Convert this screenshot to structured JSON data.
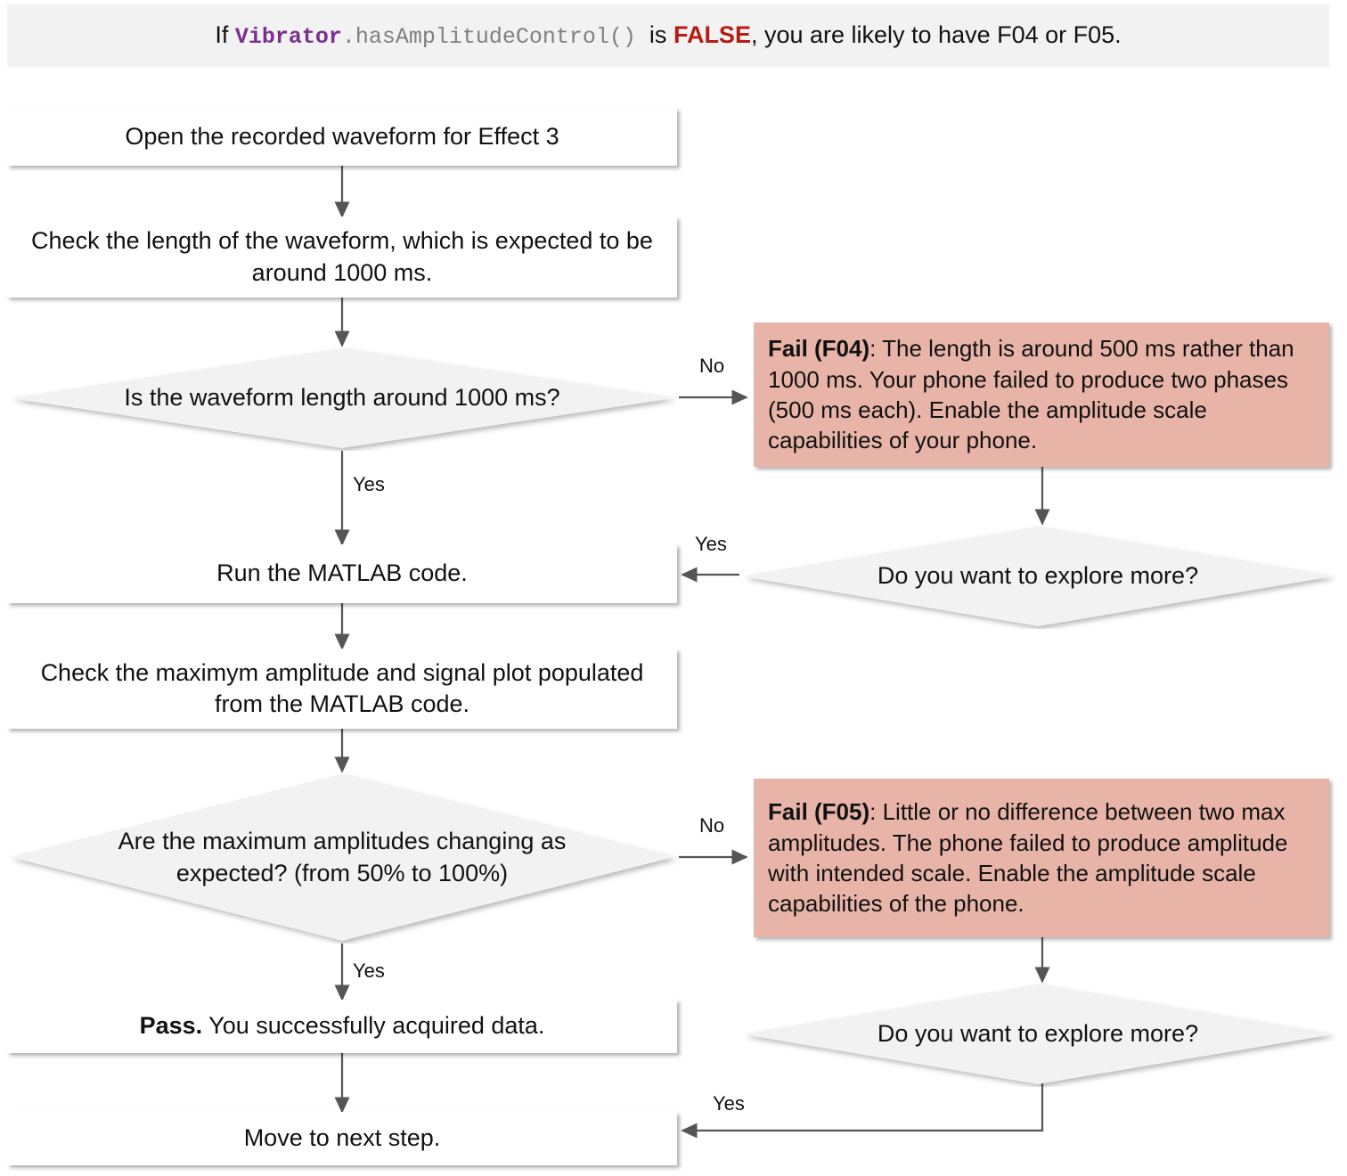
{
  "header": {
    "prefix": "If ",
    "code_class": "Vibrator",
    "code_method": ".hasAmplitudeControl()",
    "middle": "  is ",
    "bool": "FALSE",
    "suffix": ", you are likely to have F04 or F05."
  },
  "colors": {
    "banner_bg": "#f2f2f2",
    "node_bg": "#ffffff",
    "decision_bg": "#f2f2f2",
    "fail_bg": "#e8b4a8",
    "connector": "#555555",
    "code_class_color": "#7b2f8e",
    "code_method_color": "#808080",
    "false_color": "#b51c14"
  },
  "nodes": {
    "open_waveform": {
      "text": "Open the recorded waveform for Effect 3"
    },
    "check_length": {
      "text": "Check the length of the waveform, which is expected to be around 1000 ms."
    },
    "q_length": {
      "text": "Is the waveform length around 1000 ms?"
    },
    "fail_f04": {
      "title": "Fail (F04)",
      "body": ": The length is around 500 ms rather than 1000 ms. Your phone failed to produce two phases (500 ms each). Enable the amplitude scale capabilities of your phone."
    },
    "explore_more_1": {
      "text": "Do you want to explore more?"
    },
    "run_matlab": {
      "text": "Run the MATLAB code."
    },
    "check_amplitude": {
      "text": "Check the maximym amplitude and signal plot populated from the MATLAB code."
    },
    "q_amplitudes": {
      "text": "Are the maximum amplitudes changing as expected? (from 50% to 100%)"
    },
    "fail_f05": {
      "title": "Fail (F05)",
      "body": ": Little or no difference between two max amplitudes. The phone failed to produce amplitude with intended scale. Enable the amplitude scale capabilities of the phone."
    },
    "explore_more_2": {
      "text": "Do you want to explore more?"
    },
    "pass": {
      "title": "Pass.",
      "body": " You successfully acquired data."
    },
    "next_step": {
      "text": "Move to next step."
    }
  },
  "edges": {
    "q_length_no": "No",
    "q_length_yes": "Yes",
    "explore1_yes": "Yes",
    "q_amp_no": "No",
    "q_amp_yes": "Yes",
    "explore2_yes": "Yes"
  }
}
